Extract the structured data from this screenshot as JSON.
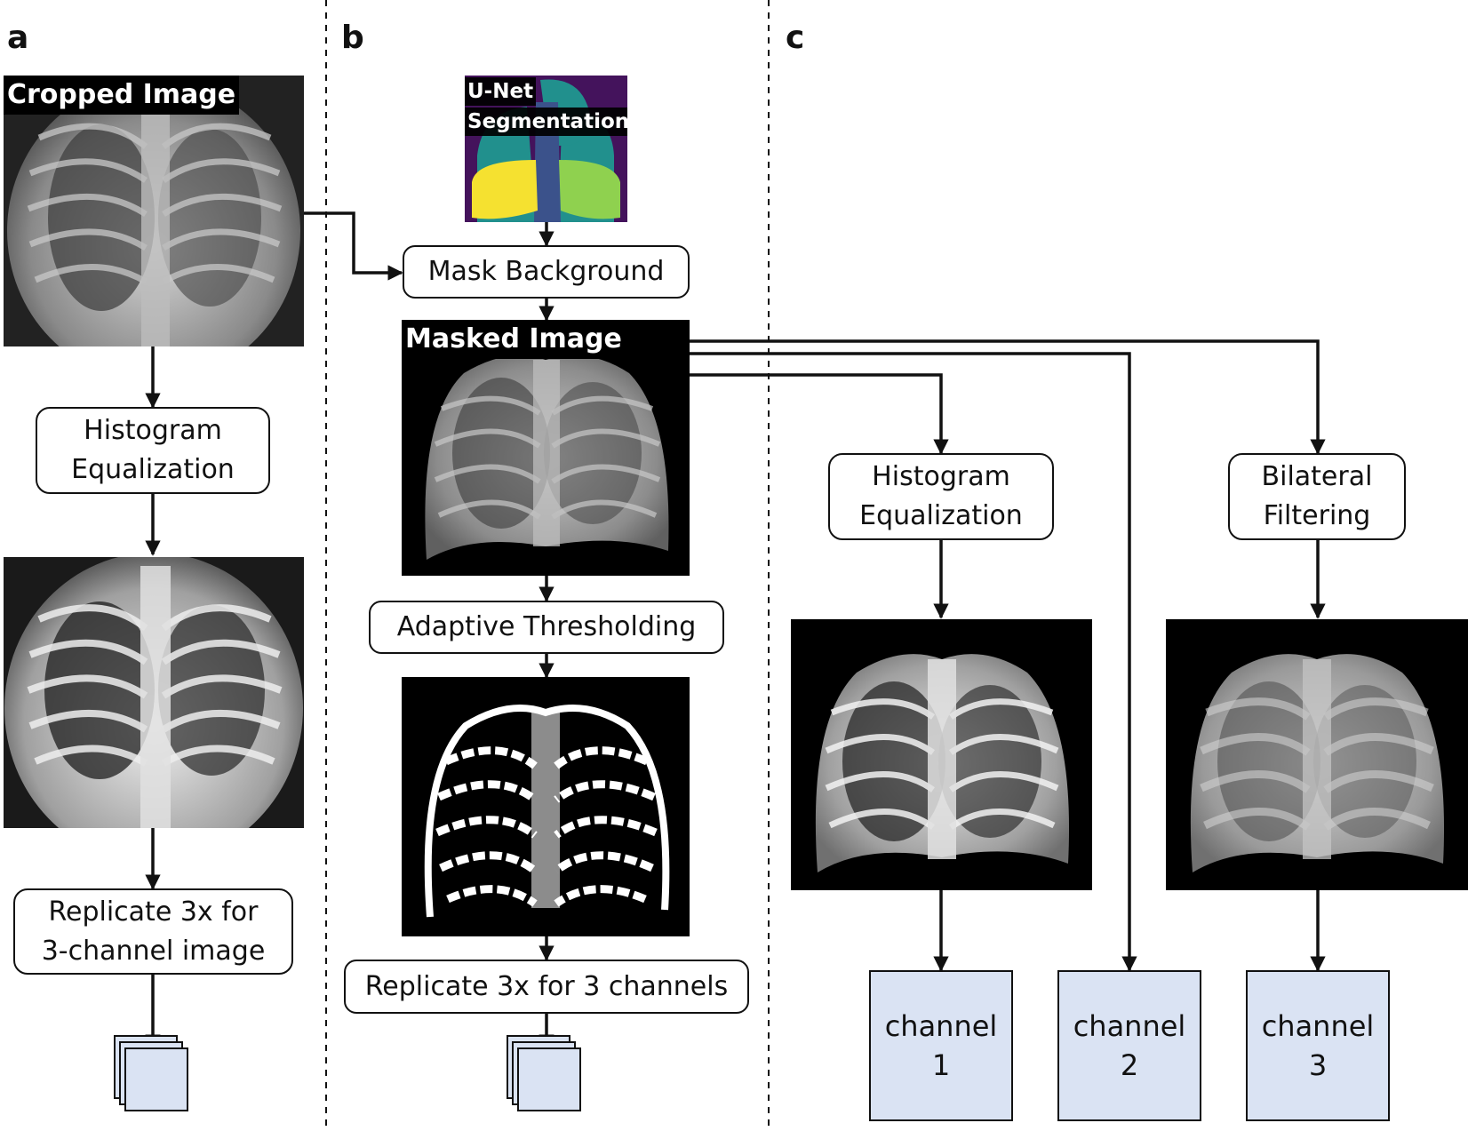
{
  "panels": {
    "a": "a",
    "b": "b",
    "c": "c"
  },
  "panel_a": {
    "cropped_label": "Cropped Image",
    "hist_eq": "Histogram\nEqualization",
    "replicate": "Replicate 3x for\n3-channel image"
  },
  "panel_b": {
    "unet_label_1": "U-Net",
    "unet_label_2": "Segmentation",
    "mask_background": "Mask Background",
    "masked_label": "Masked Image",
    "adaptive": "Adaptive Thresholding",
    "replicate": "Replicate 3x for 3 channels"
  },
  "panel_c": {
    "hist_eq": "Histogram\nEqualization",
    "bilateral": "Bilateral\nFiltering",
    "channel_1": "channel\n1",
    "channel_2": "channel\n2",
    "channel_3": "channel\n3"
  },
  "colors": {
    "channel_fill": "#dae3f3",
    "seg_background": "#44135c",
    "seg_yellow": "#f5e130",
    "seg_green": "#8fd14f",
    "seg_teal": "#21908d",
    "seg_blue": "#3b528b"
  }
}
